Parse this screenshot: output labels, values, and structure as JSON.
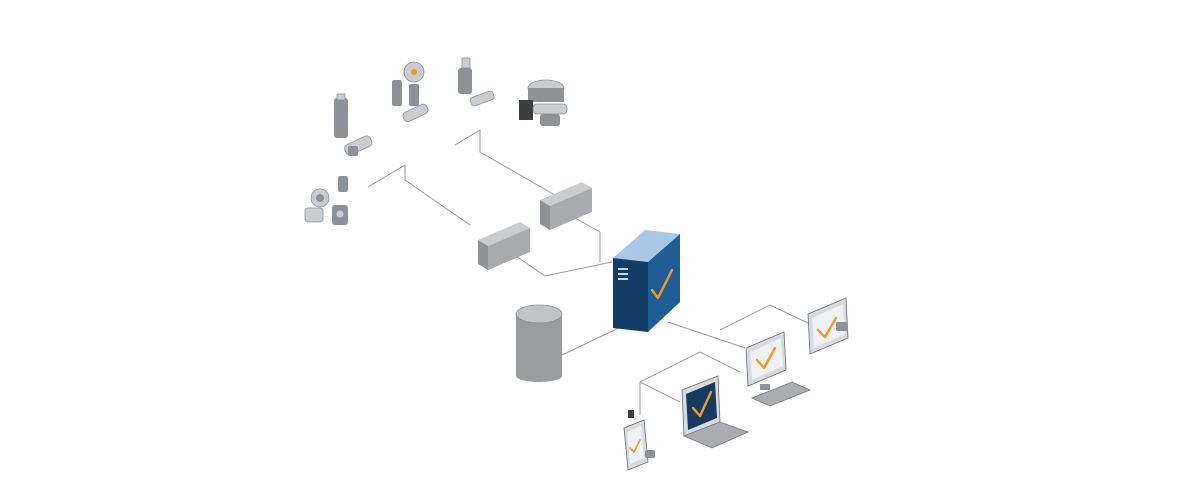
{
  "colors": {
    "background": "#ffffff",
    "connector": "#9a9ea3",
    "server_front": "#1f5d96",
    "server_top": "#a9c8e6",
    "server_side": "#123d66",
    "check_mark": "#f29a1f",
    "device_gray": "#8e9297",
    "device_light": "#c9ccd0",
    "database_body": "#9b9c9e",
    "database_top": "#c2c3c5",
    "screen_dark": "#163a63",
    "screen_light": "#eef2f6"
  },
  "nodes": [
    {
      "id": "sensor-cluster-left",
      "icon": "sensor-cluster-icon"
    },
    {
      "id": "sensor-cluster-top",
      "icon": "sensor-cluster-icon"
    },
    {
      "id": "sensor-cluster-right",
      "icon": "sensor-cluster-icon"
    },
    {
      "id": "actuator-cluster",
      "icon": "valve-actuator-icon"
    },
    {
      "id": "io-module-left",
      "icon": "io-module-icon"
    },
    {
      "id": "io-module-right",
      "icon": "io-module-icon"
    },
    {
      "id": "central-server",
      "icon": "server-tower-icon"
    },
    {
      "id": "database",
      "icon": "database-cylinder-icon"
    },
    {
      "id": "handheld-device",
      "icon": "handheld-terminal-icon"
    },
    {
      "id": "laptop",
      "icon": "laptop-icon"
    },
    {
      "id": "desktop-workstation",
      "icon": "desktop-monitor-icon"
    },
    {
      "id": "panel-terminal",
      "icon": "panel-terminal-icon"
    }
  ]
}
